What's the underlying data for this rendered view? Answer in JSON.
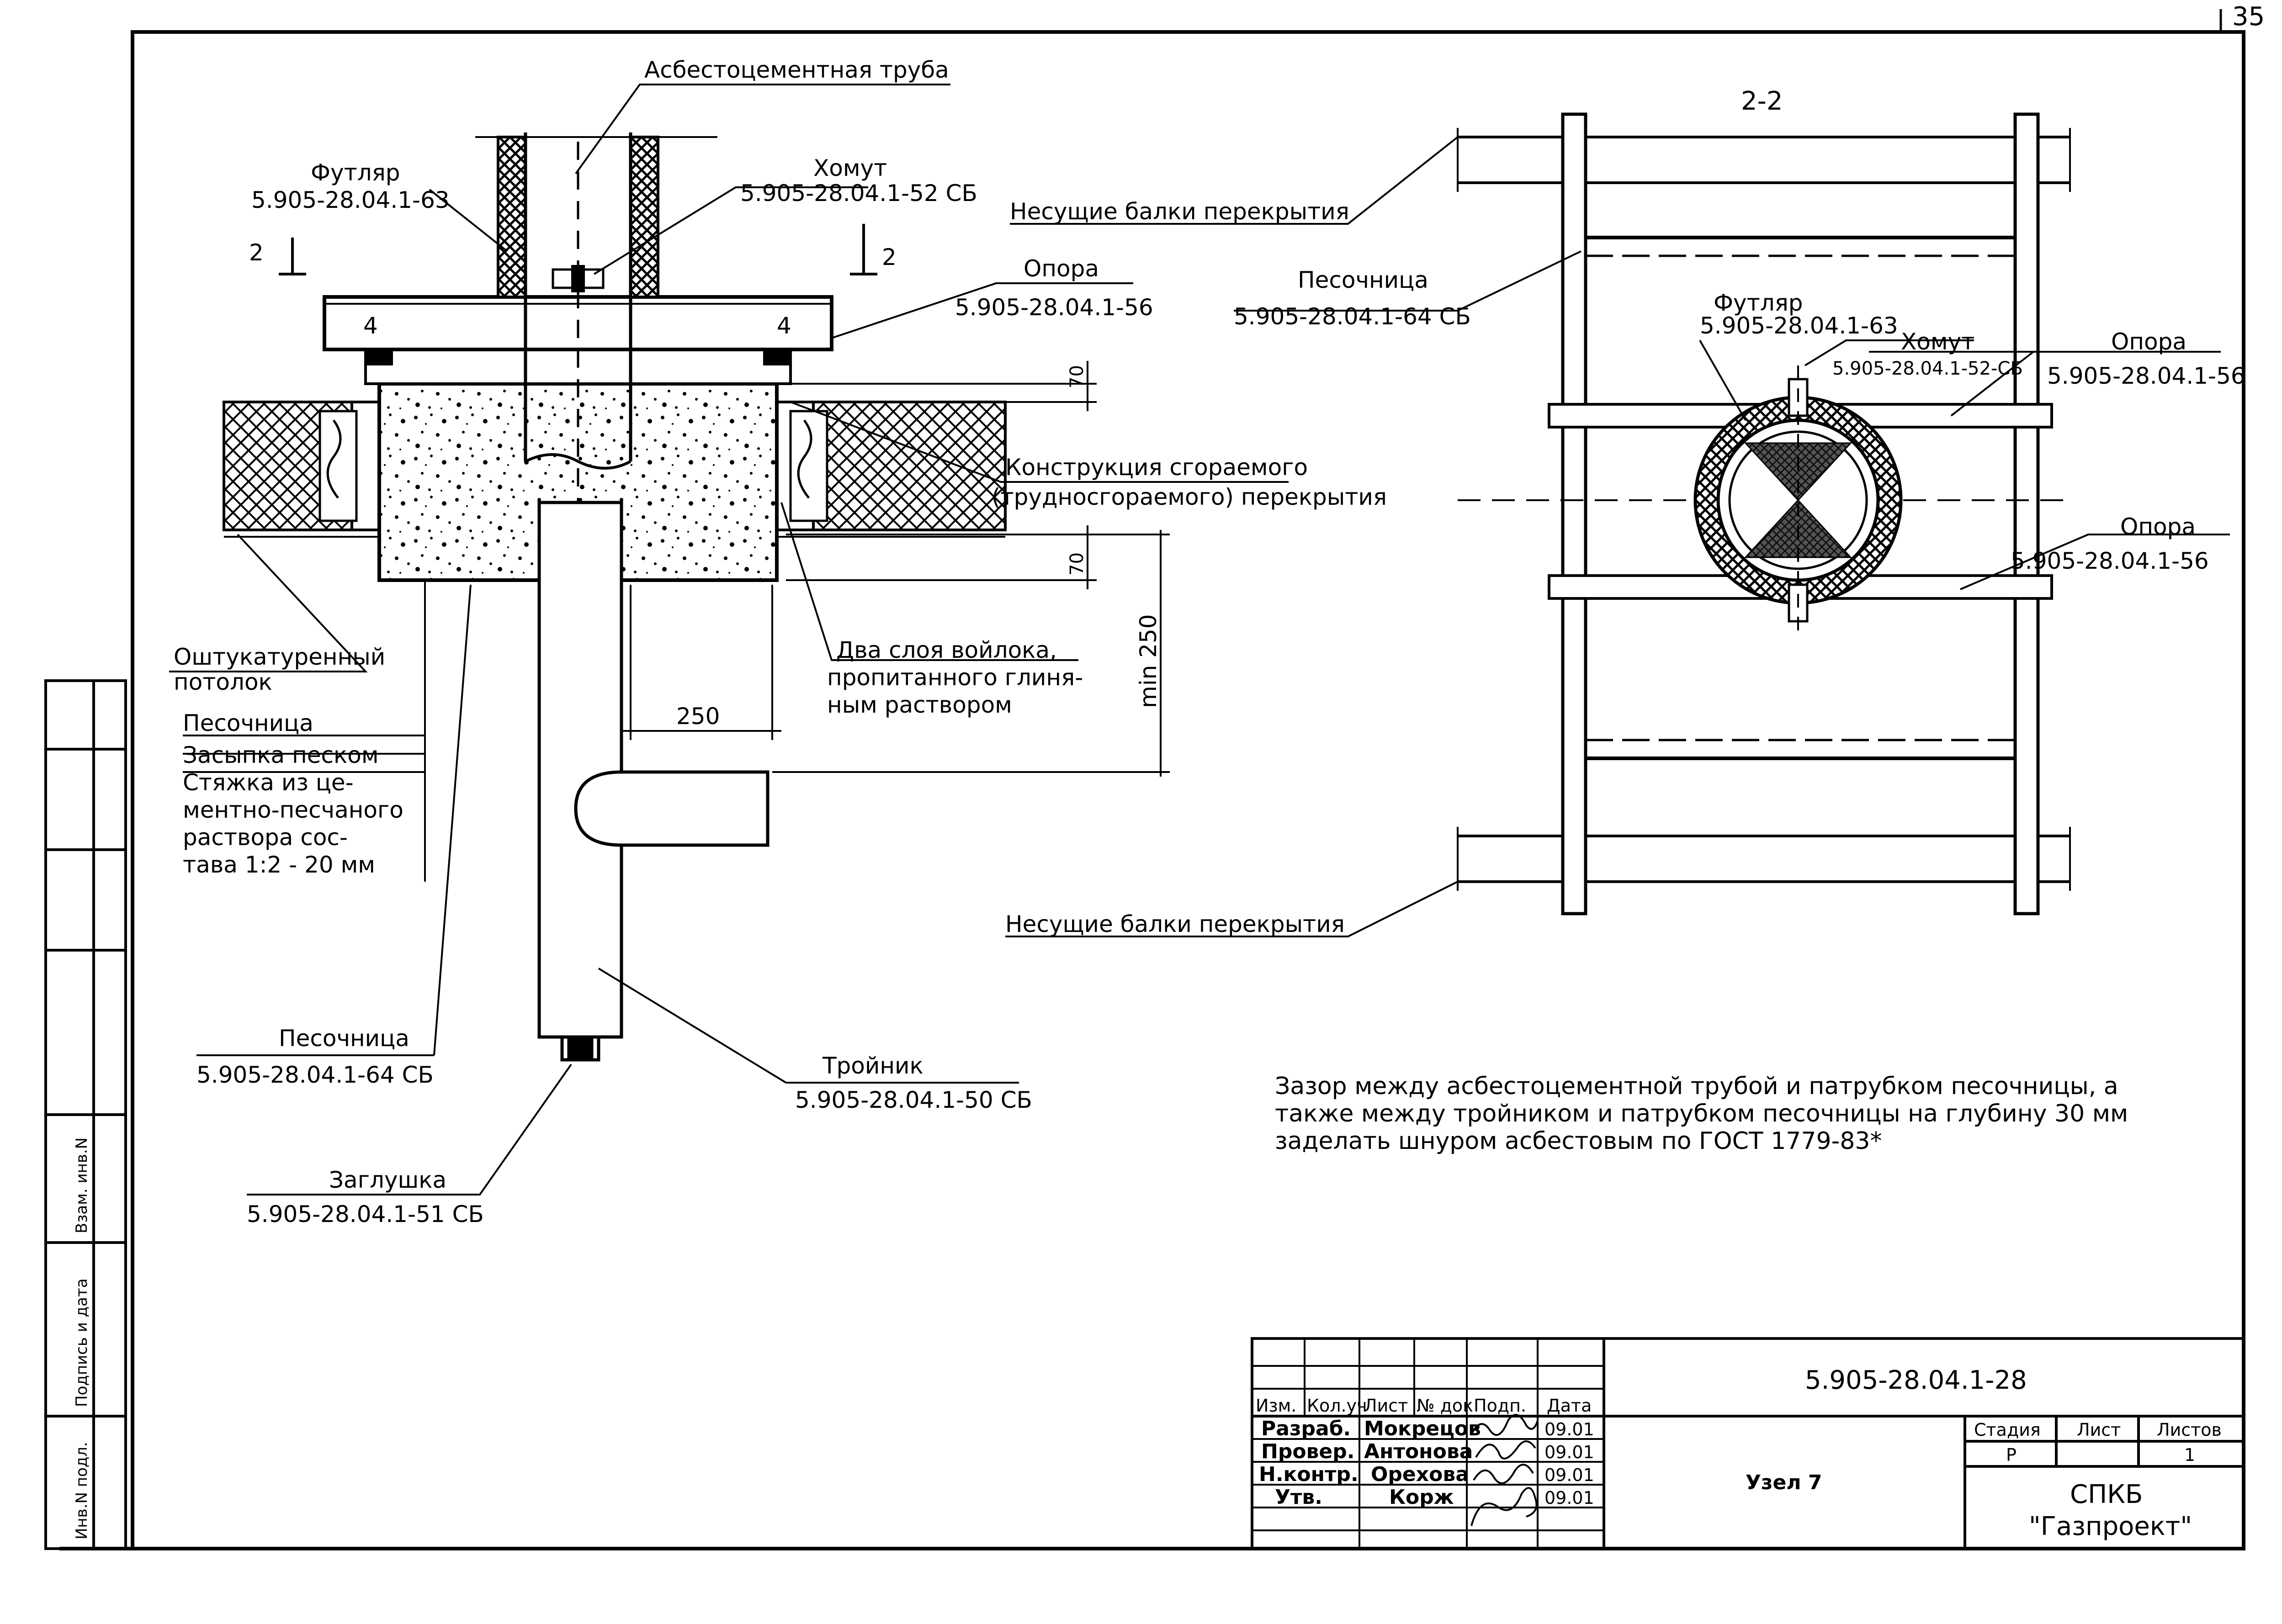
{
  "sheet": {
    "number": "35"
  },
  "section_title": "2-2",
  "dimensions": {
    "seventy_top": "70",
    "seventy_bottom": "70",
    "two_fifty": "250",
    "min_250": "min 250",
    "four_left": "4",
    "four_right": "4",
    "section_mark_left": "2",
    "section_mark_right": "2"
  },
  "labels": {
    "asbestos_pipe": "Асбестоцементная труба",
    "sleeve_left_title": "Футляр",
    "sleeve_left_code": "5.905-28.04.1-63",
    "clamp_left_title": "Хомут",
    "clamp_left_code": "5.905-28.04.1-52 СБ",
    "support_left_title": "Опора",
    "support_left_code": "5.905-28.04.1-56",
    "combustible_1": "Конструкция сгораемого",
    "combustible_2": "(трудносгораемого) перекрытия",
    "plaster_1": "Оштукатуренный",
    "plaster_2": "потолок",
    "legend_1": "Песочница",
    "legend_2": "Засыпка песком",
    "legend_3": "Стяжка из це-",
    "legend_4": "ментно-песчаного",
    "legend_5": "раствора сос-",
    "legend_6": "тава 1:2 - 20 мм",
    "felt_1": "Два слоя войлока,",
    "felt_2": "пропитанного глиня-",
    "felt_3": "ным раствором",
    "sandbox_bottom_title": "Песочница",
    "sandbox_bottom_code": "5.905-28.04.1-64 СБ",
    "tee_title": "Тройник",
    "tee_code": "5.905-28.04.1-50 СБ",
    "plug_title": "Заглушка",
    "plug_code": "5.905-28.04.1-51 СБ",
    "beams_top": "Несущие балки перекрытия",
    "beams_bottom": "Несущие балки перекрытия",
    "sandbox_right_title": "Песочница",
    "sandbox_right_code": "5.905-28.04.1-64 СБ",
    "sleeve_right_title": "Футляр",
    "sleeve_right_code": "5.905-28.04.1-63",
    "clamp_right_title": "Хомут",
    "clamp_right_code": "5.905-28.04.1-52-СБ",
    "support_right1_title": "Опора",
    "support_right1_code": "5.905-28.04.1-56",
    "support_right2_title": "Опора",
    "support_right2_code": "5.905-28.04.1-56"
  },
  "note": {
    "line1": "Зазор между асбестоцементной трубой и патрубком песочницы, а",
    "line2": "также между тройником и патрубком песочницы на глубину 30 мм",
    "line3": "заделать шнуром асбестовым по ГОСТ 1779-83*"
  },
  "side_stamp": {
    "vzam": "Взам. инв.N",
    "podpis": "Подпись и дата",
    "inv": "Инв.N подл."
  },
  "title_block": {
    "doc_code": "5.905-28.04.1-28",
    "node_name": "Узел 7",
    "headers": {
      "izm": "Изм.",
      "kol": "Кол.уч",
      "list": "Лист",
      "ndoc": "№ док",
      "podp": "Подп.",
      "data": "Дата",
      "stadiya": "Стадия",
      "list2": "Лист",
      "listov": "Листов"
    },
    "stage": "Р",
    "sheets_total": "1",
    "org_1": "СПКБ",
    "org_2": "\"Газпроект\"",
    "signers": [
      {
        "role": "Разраб.",
        "name": "Мокрецов",
        "date": "09.01"
      },
      {
        "role": "Провер.",
        "name": "Антонова",
        "date": "09.01"
      },
      {
        "role": "Н.контр.",
        "name": "Орехова",
        "date": "09.01"
      },
      {
        "role": "Утв.",
        "name": "Корж",
        "date": "09.01"
      }
    ]
  }
}
